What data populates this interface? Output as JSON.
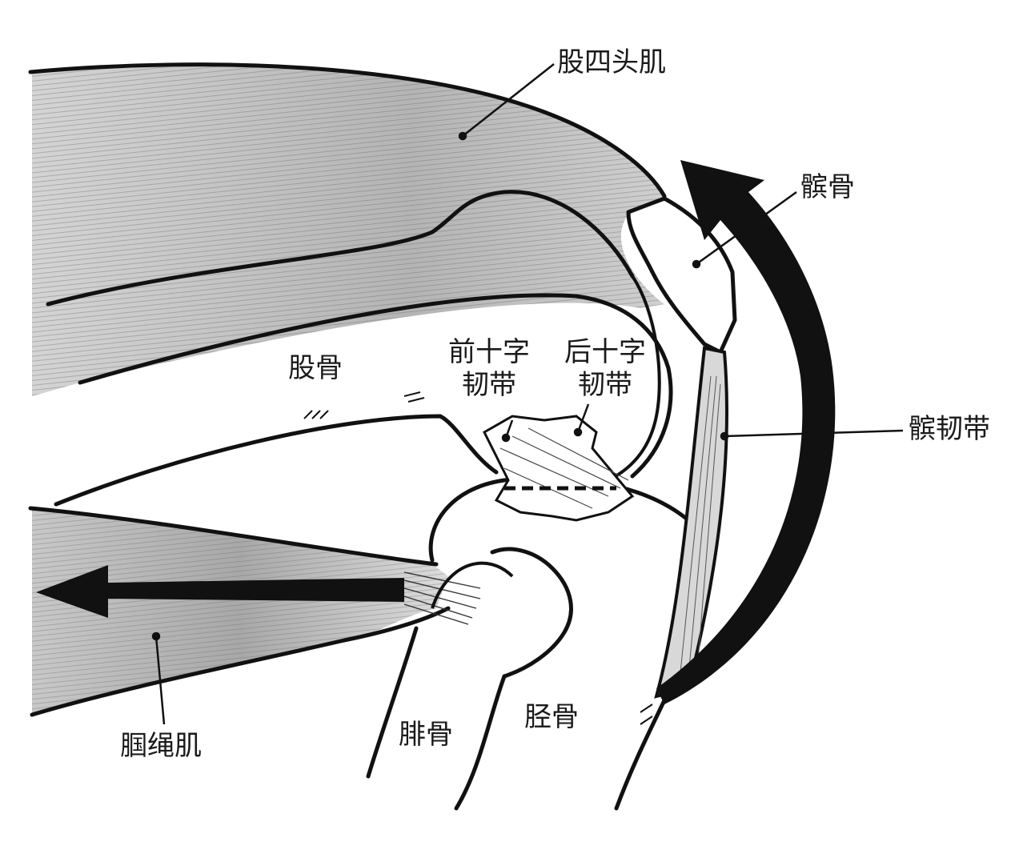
{
  "labels": {
    "quadriceps": "股四头肌",
    "patella": "髌骨",
    "femur": "股骨",
    "acl_line1": "前十字",
    "acl_line2": "韧带",
    "pcl_line1": "后十字",
    "pcl_line2": "韧带",
    "patellar_ligament": "髌韧带",
    "popliteus": "腘绳肌",
    "fibula": "腓骨",
    "tibia": "胫骨"
  },
  "colors": {
    "ink": "#111111",
    "muscle_shade": "#b8b8b8",
    "background": "#ffffff"
  }
}
